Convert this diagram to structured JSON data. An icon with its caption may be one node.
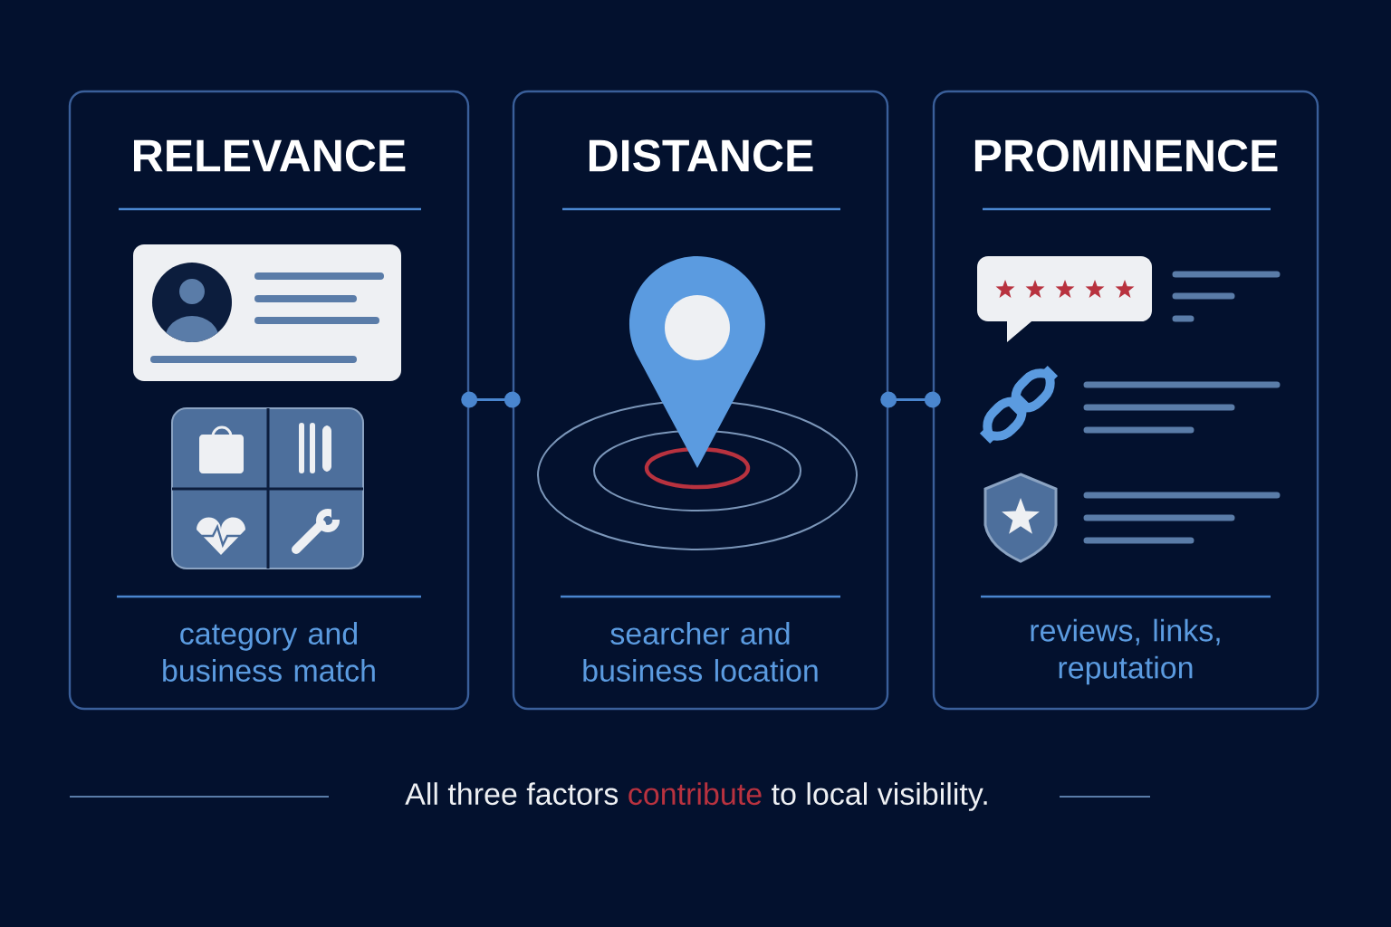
{
  "diagram": {
    "nodes": [
      {
        "text": [
          "RELEVANCE",
          "category and business match"
        ]
      },
      {
        "text": [
          "DISTANCE",
          "searcher and business location"
        ]
      },
      {
        "text": [
          "PROMINENCE",
          "reviews, links, reputation"
        ]
      }
    ],
    "edges": [
      {
        "from": 0,
        "to": 1,
        "arrow": "other"
      },
      {
        "from": 1,
        "to": 2,
        "arrow": "other"
      }
    ],
    "labels": [
      "All three factors",
      "contribute",
      "to local visibility."
    ]
  }
}
